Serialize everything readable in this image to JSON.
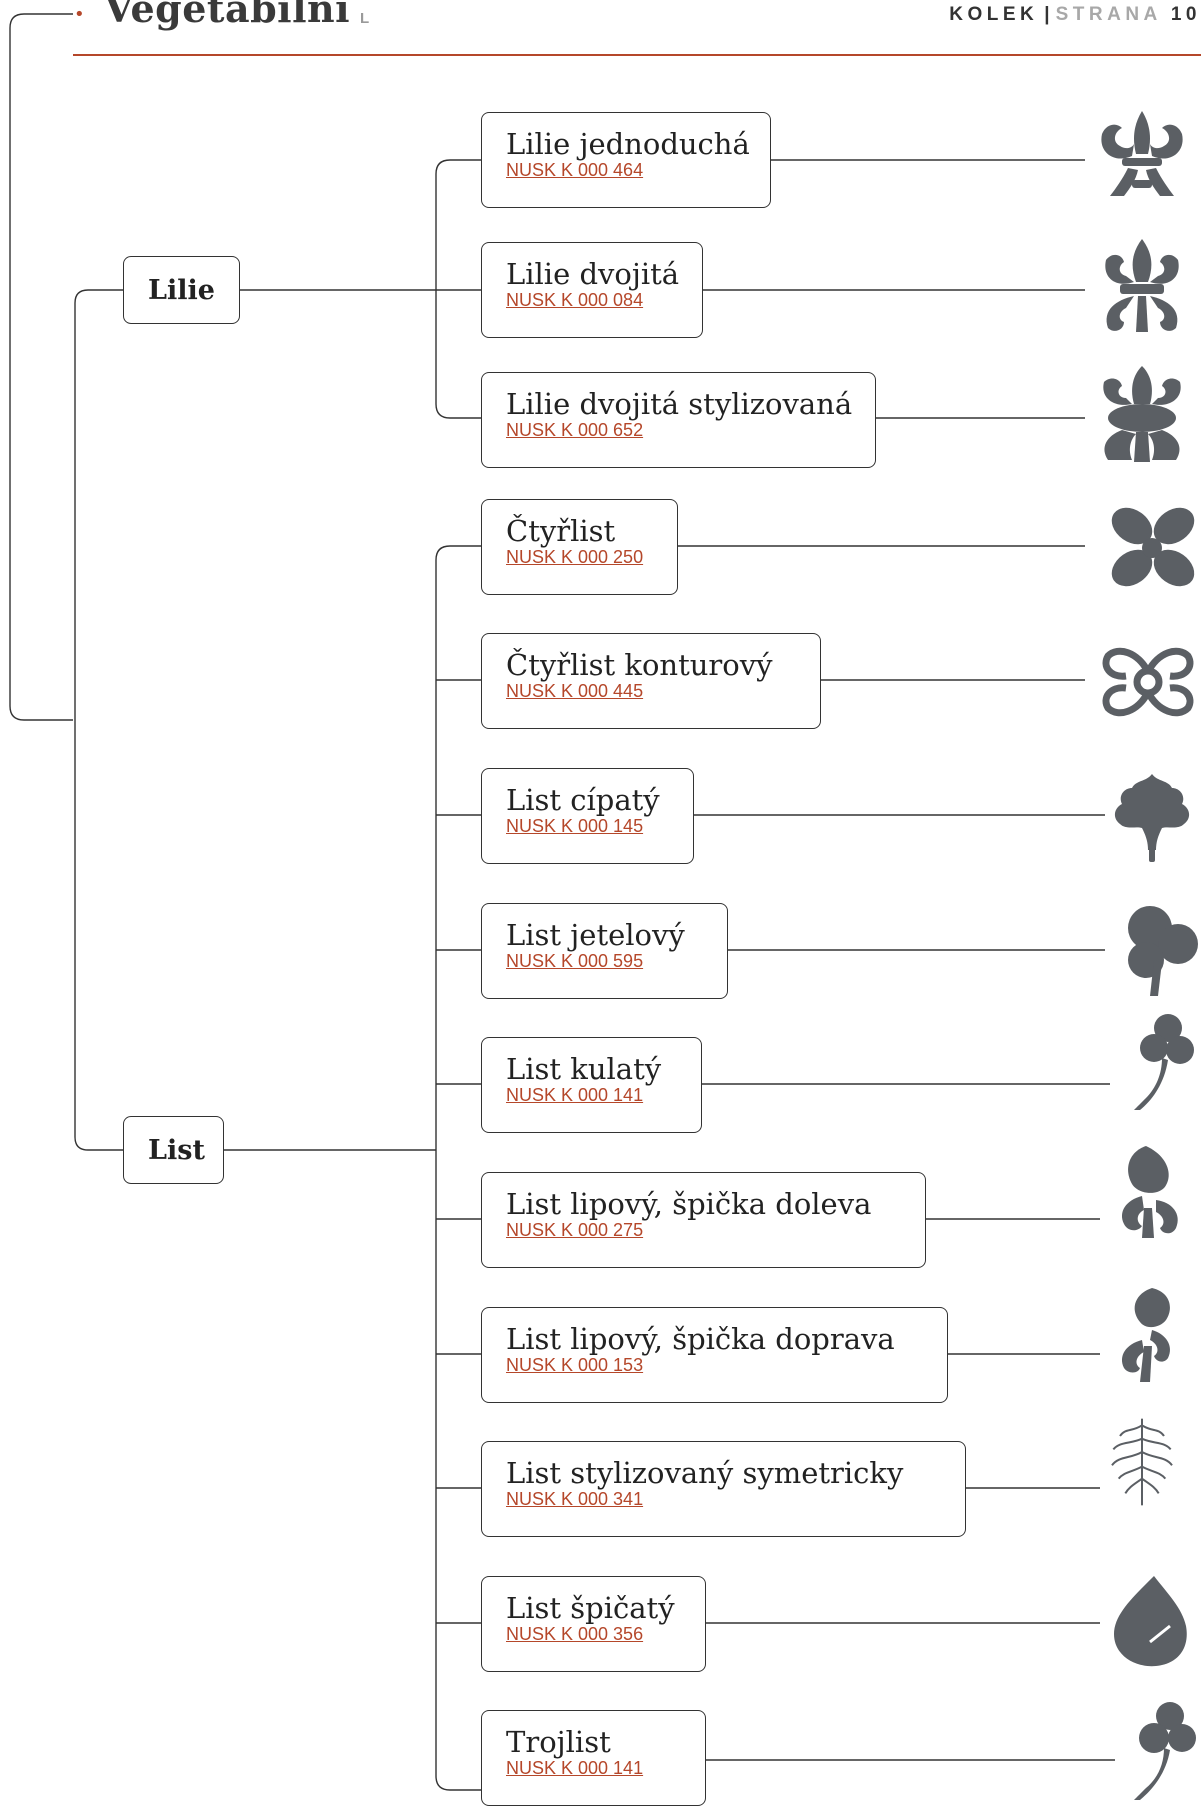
{
  "header": {
    "title": "Vegetabilní",
    "letter": "L",
    "right_a": "KOLEK",
    "right_sep": "|",
    "right_b": "STRANA",
    "right_num": "10"
  },
  "colors": {
    "accent": "#b5472a",
    "line": "#333333",
    "stamp": "#5b5f64"
  },
  "categories": [
    {
      "label": "Lilie"
    },
    {
      "label": "List"
    }
  ],
  "items": [
    {
      "name": "Lilie jednoduchá",
      "code": "NUSK K 000 464",
      "icon": "lily-simple-stamp"
    },
    {
      "name": "Lilie dvojitá",
      "code": "NUSK K 000 084",
      "icon": "lily-double-stamp"
    },
    {
      "name": "Lilie dvojitá stylizovaná",
      "code": "NUSK K 000 652",
      "icon": "lily-double-stylized-stamp"
    },
    {
      "name": "Čtyřlist",
      "code": "NUSK K 000 250",
      "icon": "quatrefoil-stamp"
    },
    {
      "name": "Čtyřlist konturový",
      "code": "NUSK K 000 445",
      "icon": "quatrefoil-outline-stamp"
    },
    {
      "name": "List cípatý",
      "code": "NUSK K 000 145",
      "icon": "leaf-lobed-stamp"
    },
    {
      "name": "List jetelový",
      "code": "NUSK K 000 595",
      "icon": "clover-leaf-stamp"
    },
    {
      "name": "List kulatý",
      "code": "NUSK K 000 141",
      "icon": "round-leaf-stamp"
    },
    {
      "name": "List lipový, špička doleva",
      "code": "NUSK K 000 275",
      "icon": "linden-leaf-left-stamp"
    },
    {
      "name": "List lipový, špička doprava",
      "code": "NUSK K 000 153",
      "icon": "linden-leaf-right-stamp"
    },
    {
      "name": "List stylizovaný symetricky",
      "code": "NUSK K 000 341",
      "icon": "leaf-stylized-symmetric-stamp"
    },
    {
      "name": "List špičatý",
      "code": "NUSK K 000 356",
      "icon": "pointed-leaf-stamp"
    },
    {
      "name": "Trojlist",
      "code": "NUSK K 000 141",
      "icon": "trefoil-stamp"
    }
  ]
}
